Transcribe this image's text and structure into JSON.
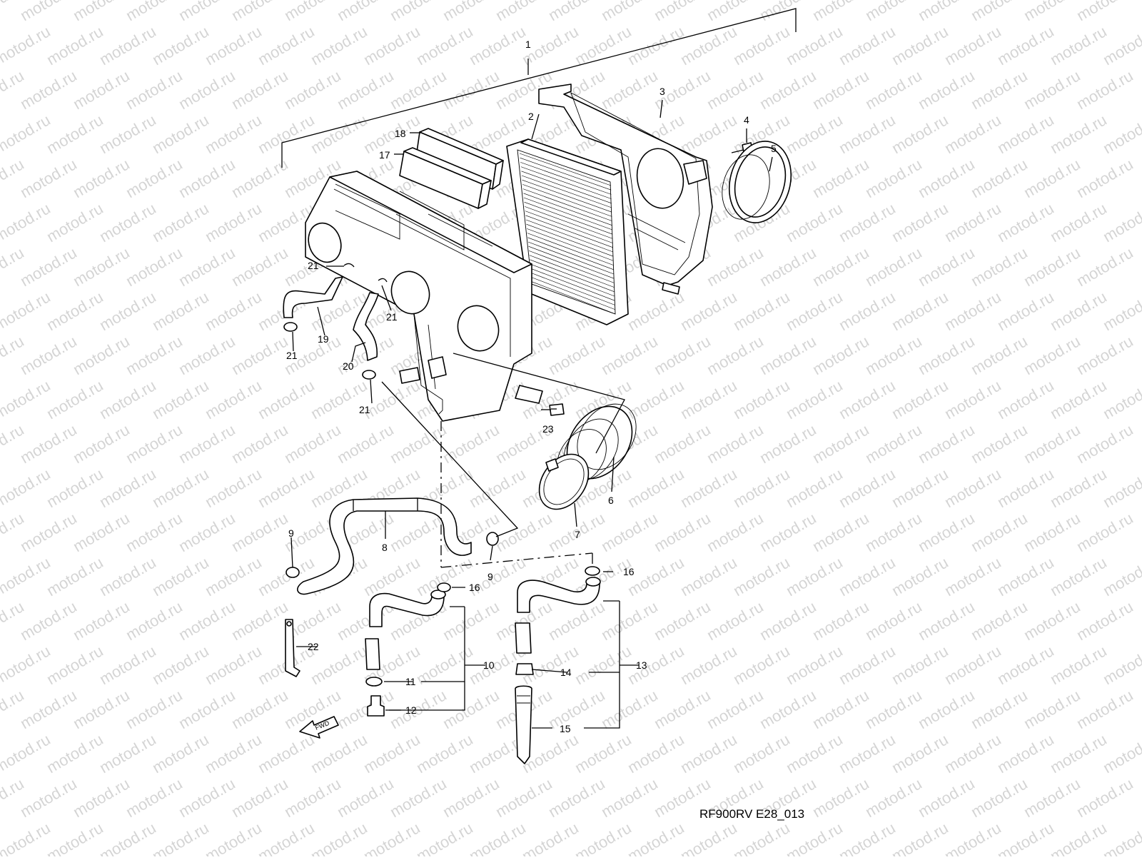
{
  "diagram": {
    "type": "exploded-parts-diagram",
    "code": "RF900RV E28_013",
    "watermark": "motod.ru",
    "arrow_label": "FWD",
    "callouts": [
      "1",
      "2",
      "3",
      "4",
      "5",
      "6",
      "7",
      "8",
      "9",
      "9",
      "10",
      "11",
      "12",
      "13",
      "14",
      "15",
      "16",
      "16",
      "17",
      "18",
      "19",
      "20",
      "21",
      "21",
      "21",
      "21",
      "22",
      "23"
    ]
  }
}
